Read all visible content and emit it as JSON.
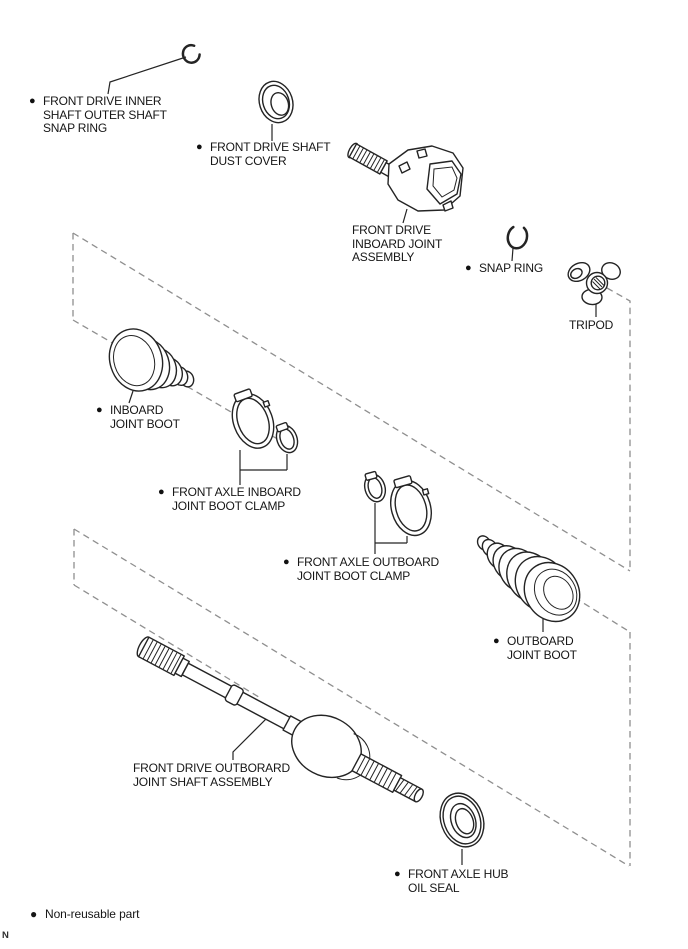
{
  "figure": {
    "type": "exploded-parts-diagram",
    "subject": "front drive shaft components"
  },
  "colors": {
    "background": "#ffffff",
    "line_art": "#242424",
    "dashed_panel": "#8f8f8f",
    "label_text": "#161616"
  },
  "glyphs": {
    "bullet": "●"
  },
  "labels": {
    "inner_shaft_snap_ring": {
      "bullet": true,
      "lines": [
        "FRONT DRIVE INNER",
        "SHAFT OUTER SHAFT",
        "SNAP RING"
      ]
    },
    "dust_cover": {
      "bullet": true,
      "lines": [
        "FRONT DRIVE SHAFT",
        "DUST COVER"
      ]
    },
    "inboard_joint_assembly": {
      "bullet": false,
      "lines": [
        "FRONT DRIVE",
        "INBOARD JOINT",
        "ASSEMBLY"
      ]
    },
    "snap_ring": {
      "bullet": true,
      "lines": [
        "SNAP RING"
      ]
    },
    "tripod": {
      "bullet": false,
      "lines": [
        "TRIPOD"
      ]
    },
    "inboard_joint_boot": {
      "bullet": true,
      "lines": [
        "INBOARD",
        "JOINT BOOT"
      ]
    },
    "inboard_boot_clamp": {
      "bullet": true,
      "lines": [
        "FRONT AXLE INBOARD",
        "JOINT BOOT CLAMP"
      ]
    },
    "outboard_boot_clamp": {
      "bullet": true,
      "lines": [
        "FRONT AXLE OUTBOARD",
        "JOINT BOOT CLAMP"
      ]
    },
    "outboard_joint_boot": {
      "bullet": true,
      "lines": [
        "OUTBOARD",
        "JOINT BOOT"
      ]
    },
    "outboard_shaft_assembly": {
      "bullet": false,
      "lines": [
        "FRONT DRIVE OUTBORARD",
        "JOINT SHAFT ASSEMBLY"
      ]
    },
    "hub_oil_seal": {
      "bullet": true,
      "lines": [
        "FRONT AXLE HUB",
        "OIL SEAL"
      ]
    }
  },
  "legend": {
    "bullet": true,
    "text": "Non-reusable part"
  },
  "page_ref": "N"
}
